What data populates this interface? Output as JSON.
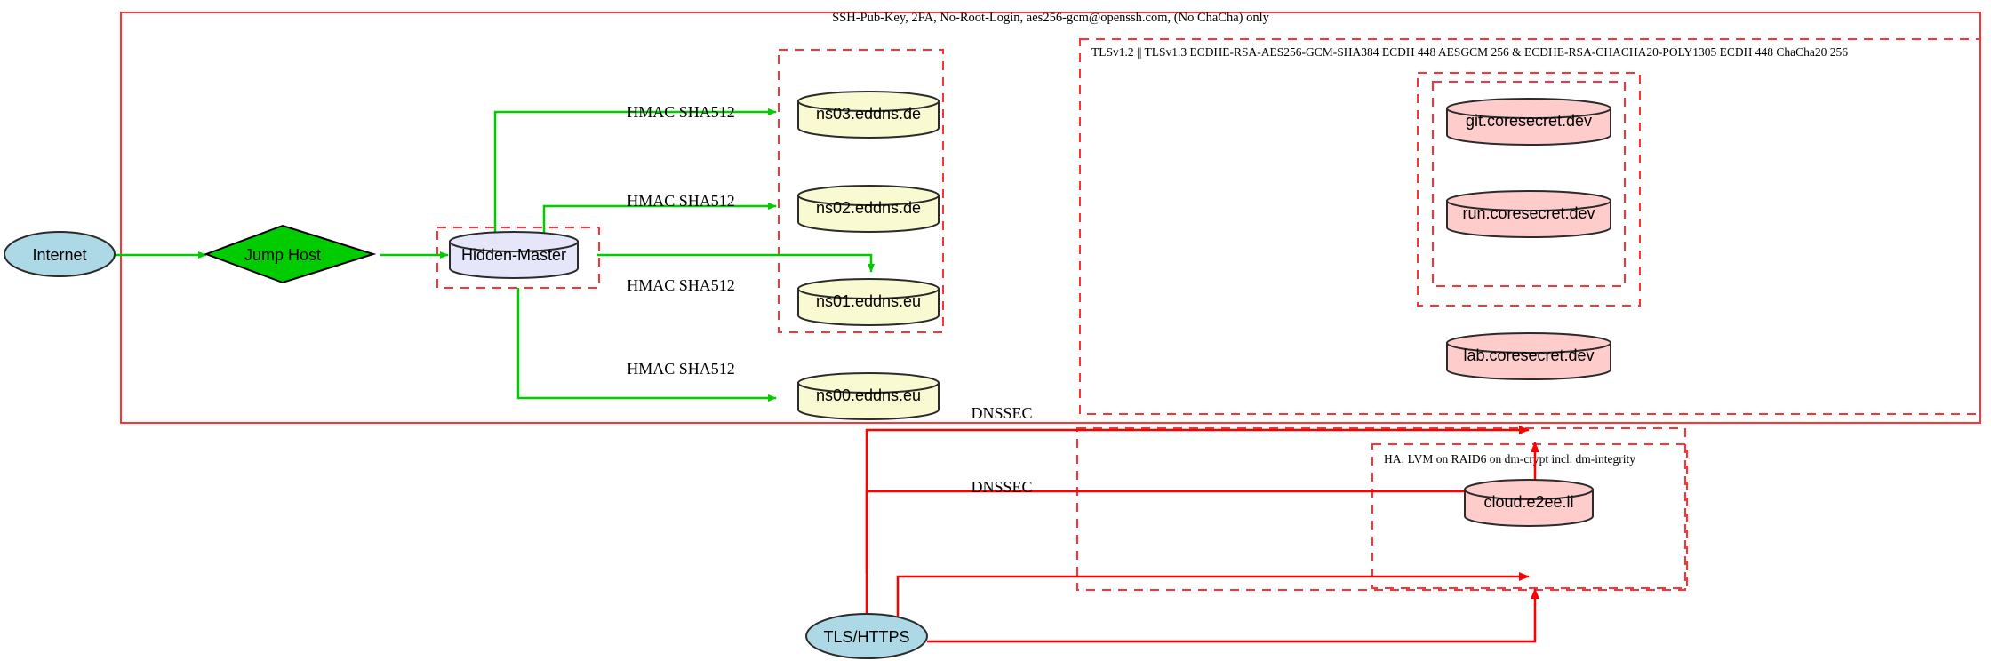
{
  "diagram": {
    "title_labels": {
      "outer_boundary": "SSH-Pub-Key, 2FA, No-Root-Login, aes256-gcm@openssh.com, (No ChaCha) only",
      "tls_boundary": "TLSv1.2 || TLSv1.3 ECDHE-RSA-AES256-GCM-SHA384 ECDH 448 AESGCM 256 & ECDHE-RSA-CHACHA20-POLY1305 ECDH 448 ChaCha20 256",
      "ha_boundary": "HA: LVM on RAID6 on dm-crypt incl. dm-integrity"
    },
    "nodes": {
      "internet": "Internet",
      "jump_host": "Jump Host",
      "hidden_master": "Hidden-Master",
      "ns03": "ns03.eddns.de",
      "ns02": "ns02.eddns.de",
      "ns01": "ns01.eddns.eu",
      "ns00": "ns00.eddns.eu",
      "git": "git.coresecret.dev",
      "run": "run.coresecret.dev",
      "lab": "lab.coresecret.dev",
      "cloud": "cloud.e2ee.li",
      "tls_https": "TLS/HTTPS"
    },
    "edge_labels": {
      "hmac_ns03": "HMAC SHA512",
      "hmac_ns02": "HMAC SHA512",
      "hmac_ns01": "HMAC SHA512",
      "hmac_ns00": "HMAC SHA512",
      "dnssec_upper": "DNSSEC",
      "dnssec_lower": "DNSSEC"
    },
    "colors": {
      "boundary_red": "#ff3333",
      "edge_green": "#00cc00",
      "edge_red": "#ff0000",
      "ellipse_fill": "#add8e6",
      "diamond_fill": "#00cc00",
      "master_fill": "#e6e6fa",
      "dns_fill": "#fafad2",
      "service_fill": "#ffcccc",
      "stroke_dark": "#2b2b2b"
    }
  }
}
